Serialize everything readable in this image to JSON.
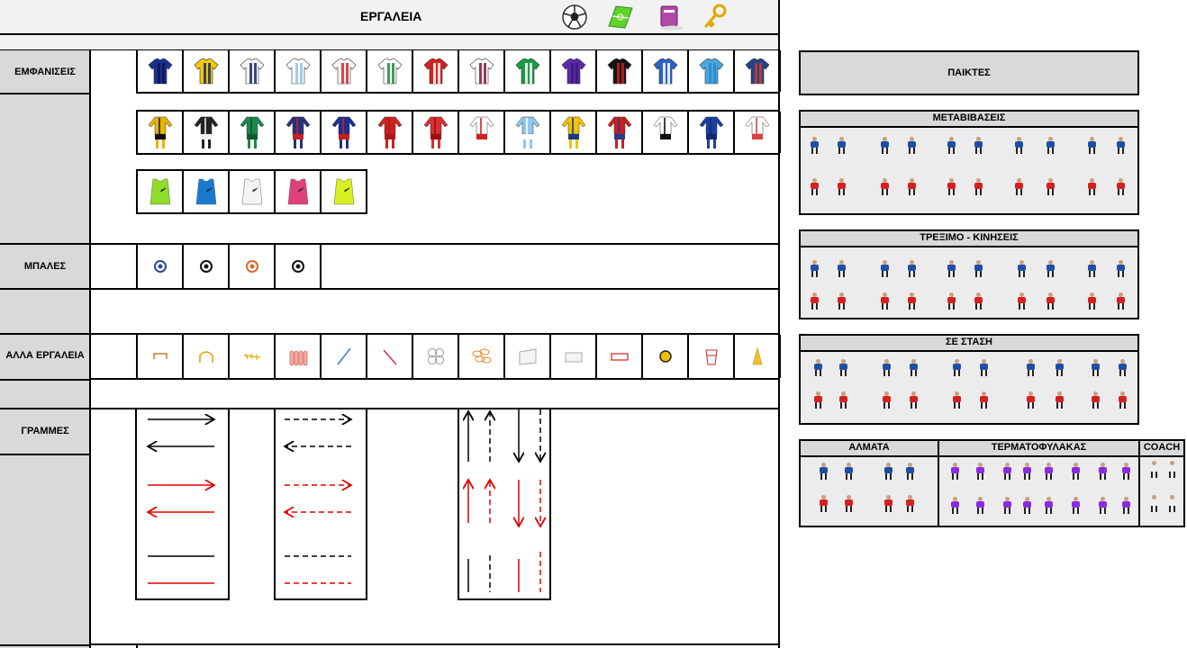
{
  "title": "ΕΡΓΑΛΕΙΑ",
  "header_icons": [
    "soccer-ball-icon",
    "pitch-icon",
    "notebook-icon",
    "key-icon"
  ],
  "sections": {
    "kits": "ΕΜΦΑΝΙΣΕΙΣ",
    "balls": "ΜΠΑΛΕΣ",
    "other_tools": "ΑΛΛΑ ΕΡΓΑΛΕΙΑ",
    "lines": "ΓΡΑΜΜΕΣ"
  },
  "right_panels": {
    "players": "ΠΑΙΚΤΕΣ",
    "transitions": "ΜΕΤΑΒΙΒΑΣΕΙΣ",
    "running": "ΤΡΕΞΙΜΟ - ΚΙΝΗΣΕΙΣ",
    "standing": "ΣΕ ΣΤΑΣΗ",
    "jumps": "ΑΛΜΑΤΑ",
    "goalkeeper": "ΤΕΡΜΑΤΟΦΥΛΑΚΑΣ",
    "coach": "COACH"
  },
  "colors": {
    "grid_line": "#000000",
    "sidebar": "#d9d9d9",
    "panel_bg": "#ececec",
    "blue_team": "#1f4ea8",
    "red_team": "#d42020",
    "goalkeeper": "#8a2be2",
    "arrow_black": "#000000",
    "arrow_red": "#e00000"
  },
  "shirts": [
    {
      "name": "shirt-blue-navy-stripes",
      "c1": "#1b2f8f",
      "c2": "#0b1450"
    },
    {
      "name": "shirt-yellow-blue-stripes",
      "c1": "#f2c900",
      "c2": "#1a2a7a"
    },
    {
      "name": "shirt-white-navy",
      "c1": "#f4f4f4",
      "c2": "#1a2a6a"
    },
    {
      "name": "shirt-white-skyblue-stripes",
      "c1": "#ffffff",
      "c2": "#8fc3ea"
    },
    {
      "name": "shirt-white-red-trim",
      "c1": "#f7f7f7",
      "c2": "#d22a2a"
    },
    {
      "name": "shirt-green-white-stripes",
      "c1": "#ffffff",
      "c2": "#1e8a3a"
    },
    {
      "name": "shirt-red-white-hoops",
      "c1": "#d42020",
      "c2": "#ffffff"
    },
    {
      "name": "shirt-white-maroon-pattern",
      "c1": "#ffffff",
      "c2": "#8a1530"
    },
    {
      "name": "shirt-green-white-hoops",
      "c1": "#1a9a4a",
      "c2": "#ffffff"
    },
    {
      "name": "shirt-purple",
      "c1": "#5b2aa8",
      "c2": "#3a1b78"
    },
    {
      "name": "shirt-black-red",
      "c1": "#151515",
      "c2": "#c82020"
    },
    {
      "name": "shirt-blue-white-hoops",
      "c1": "#2a63c8",
      "c2": "#ffffff"
    },
    {
      "name": "shirt-skyblue",
      "c1": "#4aa8e0",
      "c2": "#2a88c8"
    },
    {
      "name": "shirt-blue-red",
      "c1": "#24448a",
      "c2": "#d23a2a"
    }
  ],
  "kits": [
    {
      "name": "kit-yellow-black",
      "c1": "#e8b400",
      "c2": "#111111"
    },
    {
      "name": "kit-black-white",
      "c1": "#222222",
      "c2": "#eeeeee"
    },
    {
      "name": "kit-green",
      "c1": "#1a8a4a",
      "c2": "#0f5a30"
    },
    {
      "name": "kit-blue-red",
      "c1": "#24327a",
      "c2": "#c82020"
    },
    {
      "name": "kit-navy-red",
      "c1": "#1b2f8f",
      "c2": "#c82020"
    },
    {
      "name": "kit-red",
      "c1": "#d02020",
      "c2": "#b01818"
    },
    {
      "name": "kit-red-alt",
      "c1": "#d83030",
      "c2": "#a01010"
    },
    {
      "name": "kit-red-white-stripes",
      "c1": "#ffffff",
      "c2": "#d02020"
    },
    {
      "name": "kit-skyblue",
      "c1": "#8fc6ee",
      "c2": "#ffffff"
    },
    {
      "name": "kit-yellow-blue",
      "c1": "#f2c200",
      "c2": "#1a3a8a"
    },
    {
      "name": "kit-red-blue-stripes",
      "c1": "#c82020",
      "c2": "#2a3a8a"
    },
    {
      "name": "kit-white-black",
      "c1": "#ffffff",
      "c2": "#111111"
    },
    {
      "name": "kit-blue",
      "c1": "#1b3fa0",
      "c2": "#102a70"
    },
    {
      "name": "kit-white-red-stripes",
      "c1": "#ffffff",
      "c2": "#e04040"
    }
  ],
  "bibs": [
    {
      "name": "bib-lime",
      "c1": "#8fdc2a"
    },
    {
      "name": "bib-blue",
      "c1": "#1a7ad0"
    },
    {
      "name": "bib-white",
      "c1": "#f4f4f4"
    },
    {
      "name": "bib-pink",
      "c1": "#e0407a"
    },
    {
      "name": "bib-yellow",
      "c1": "#d8f020"
    }
  ],
  "balls": [
    {
      "name": "ball-blue-icon",
      "c1": "#2a4a9a"
    },
    {
      "name": "ball-classic-icon",
      "c1": "#111111"
    },
    {
      "name": "ball-orange-icon",
      "c1": "#d86a2a"
    },
    {
      "name": "ball-motion-icon",
      "c1": "#111111"
    }
  ],
  "tools": [
    "hurdle-icon",
    "arc-hurdle-icon",
    "agility-ladder-icon",
    "mannequins-icon",
    "pole-blue-icon",
    "pole-red-icon",
    "rings-icon",
    "orange-rings-icon",
    "goal-icon",
    "small-goal-icon",
    "mini-goal-red-icon",
    "ball-yellow-icon",
    "training-frame-icon",
    "cone-icon"
  ]
}
